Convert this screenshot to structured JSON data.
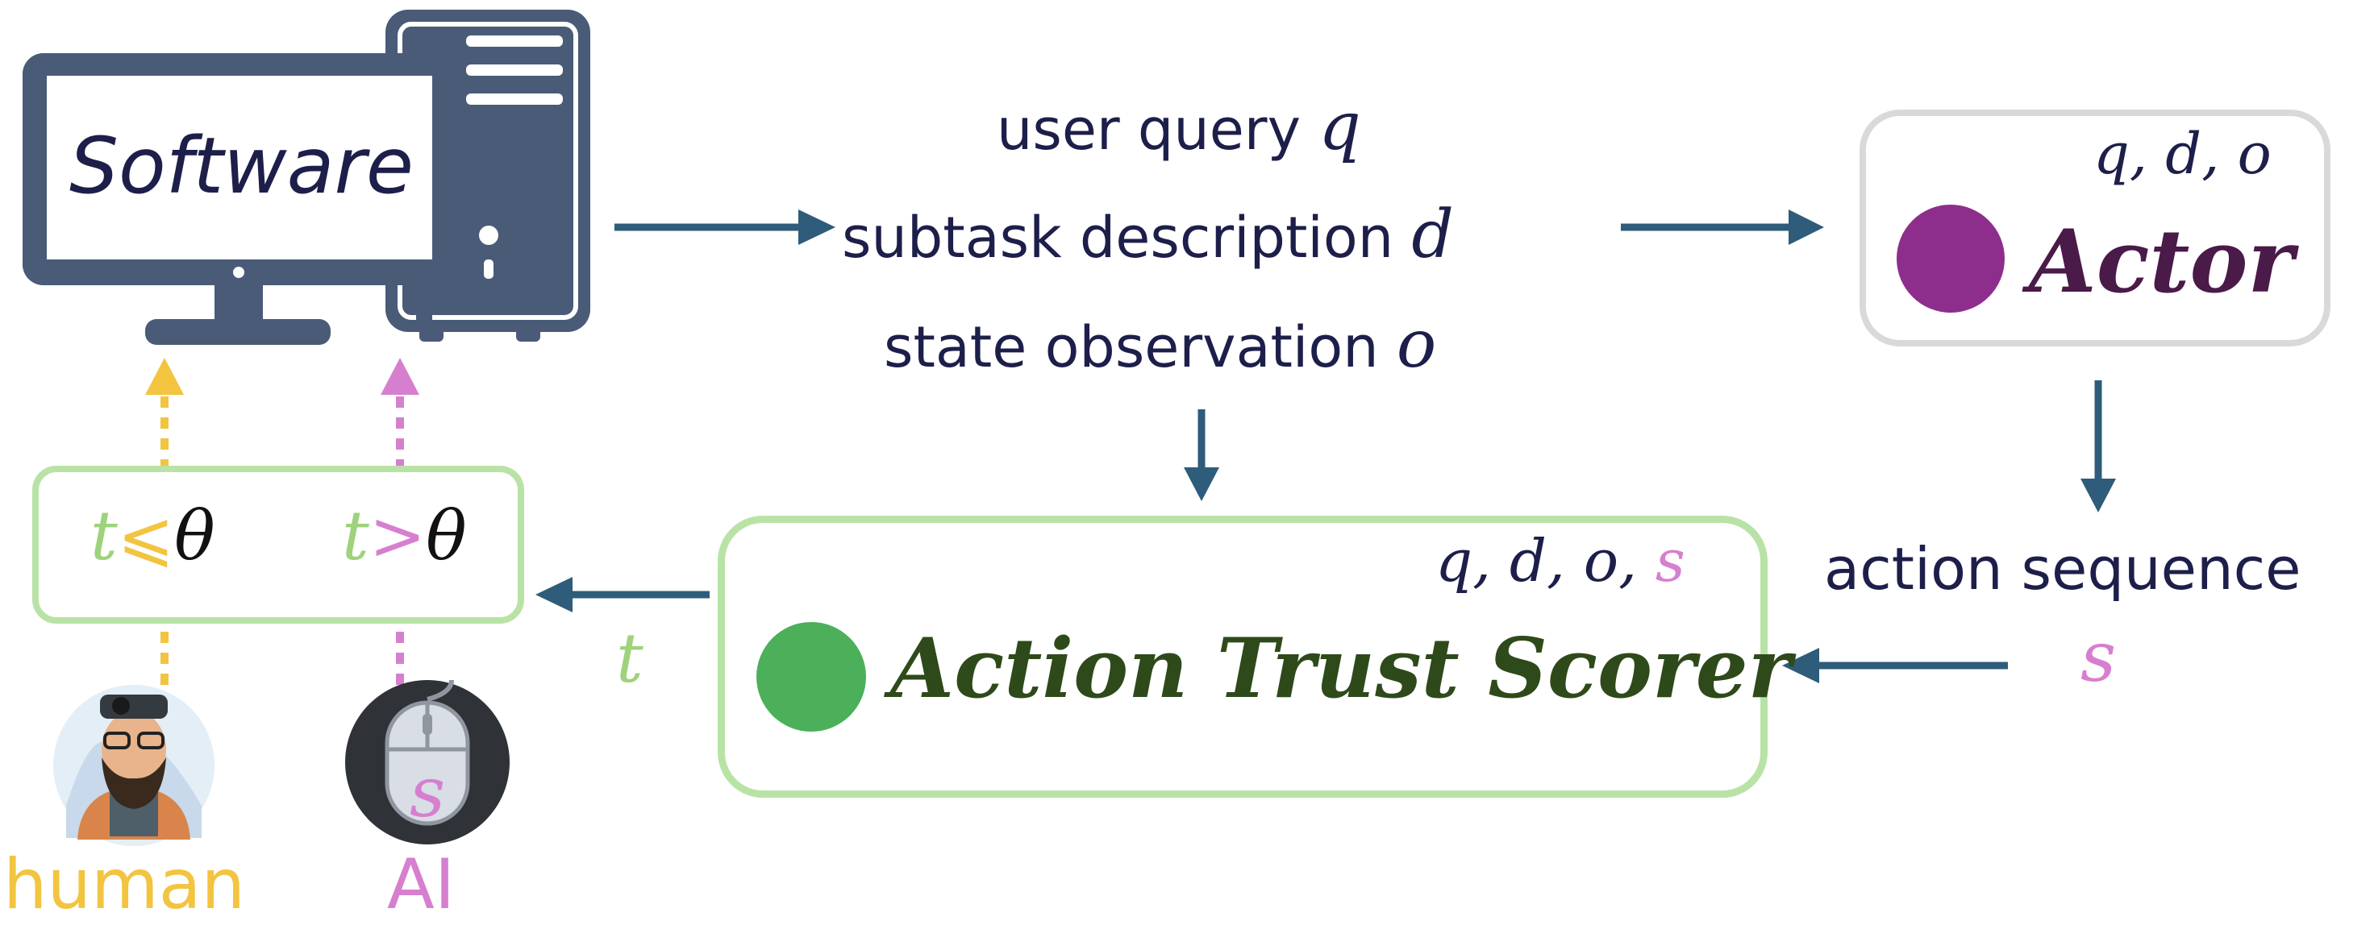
{
  "software": {
    "label": "Software"
  },
  "inputs": {
    "user_query": "user query",
    "user_query_var": "q",
    "subtask": "subtask description",
    "subtask_var": "d",
    "state": "state observation",
    "state_var": "o"
  },
  "actor": {
    "label": "Actor",
    "vars": "q, d, o"
  },
  "action": {
    "label": "action sequence",
    "var": "s"
  },
  "scorer": {
    "label": "Action Trust Scorer",
    "vars_main": "q, d, o, ",
    "vars_s": "s"
  },
  "trust_out": {
    "var": "t"
  },
  "threshold": {
    "left_t": "t",
    "left_op": "⩽",
    "left_theta": "θ",
    "right_t": "t",
    "right_op": ">",
    "right_theta": "θ"
  },
  "agents": {
    "human": "human",
    "ai": "AI",
    "mouse_letter": "s"
  },
  "colors": {
    "dark_navy": "#1d1f4a",
    "arrow": "#2e5c7a",
    "actor_dot": "#8e2e8c",
    "actor_text": "#4a1a48",
    "scorer_dot": "#4caf5a",
    "scorer_text": "#2e4a1a",
    "green_border": "#b9e3a6",
    "light_green": "#9ed27c",
    "pink": "#d77fcf",
    "yellow": "#f2c440",
    "gray_border": "#d9d9d9",
    "computer": "#4a5b78"
  }
}
